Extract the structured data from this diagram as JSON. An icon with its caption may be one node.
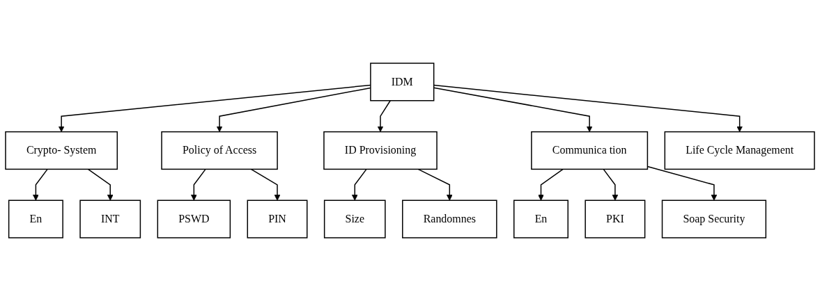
{
  "diagram": {
    "nodes": [
      {
        "text": [
          "IDM"
        ]
      },
      {
        "text": [
          "Crypto- System"
        ]
      },
      {
        "text": [
          "Policy of Access"
        ]
      },
      {
        "text": [
          "ID Provisioning"
        ]
      },
      {
        "text": [
          "Communica tion"
        ]
      },
      {
        "text": [
          "Life Cycle Management"
        ]
      },
      {
        "text": [
          "En"
        ]
      },
      {
        "text": [
          "INT"
        ]
      },
      {
        "text": [
          "PSWD"
        ]
      },
      {
        "text": [
          "PIN"
        ]
      },
      {
        "text": [
          "Size"
        ]
      },
      {
        "text": [
          "Randomnes"
        ]
      },
      {
        "text": [
          "En"
        ]
      },
      {
        "text": [
          "PKI"
        ]
      },
      {
        "text": [
          "Soap Security"
        ]
      }
    ],
    "edges": [
      {
        "from": 0,
        "to": 1,
        "arrow": "to"
      },
      {
        "from": 0,
        "to": 2,
        "arrow": "to"
      },
      {
        "from": 0,
        "to": 3,
        "arrow": "to"
      },
      {
        "from": 0,
        "to": 4,
        "arrow": "to"
      },
      {
        "from": 0,
        "to": 5,
        "arrow": "to"
      },
      {
        "from": 1,
        "to": 6,
        "arrow": "to"
      },
      {
        "from": 1,
        "to": 7,
        "arrow": "to"
      },
      {
        "from": 2,
        "to": 8,
        "arrow": "to"
      },
      {
        "from": 2,
        "to": 9,
        "arrow": "to"
      },
      {
        "from": 3,
        "to": 10,
        "arrow": "to"
      },
      {
        "from": 3,
        "to": 11,
        "arrow": "to"
      },
      {
        "from": 4,
        "to": 12,
        "arrow": "to"
      },
      {
        "from": 4,
        "to": 13,
        "arrow": "to"
      },
      {
        "from": 4,
        "to": 14,
        "arrow": "to"
      }
    ]
  }
}
